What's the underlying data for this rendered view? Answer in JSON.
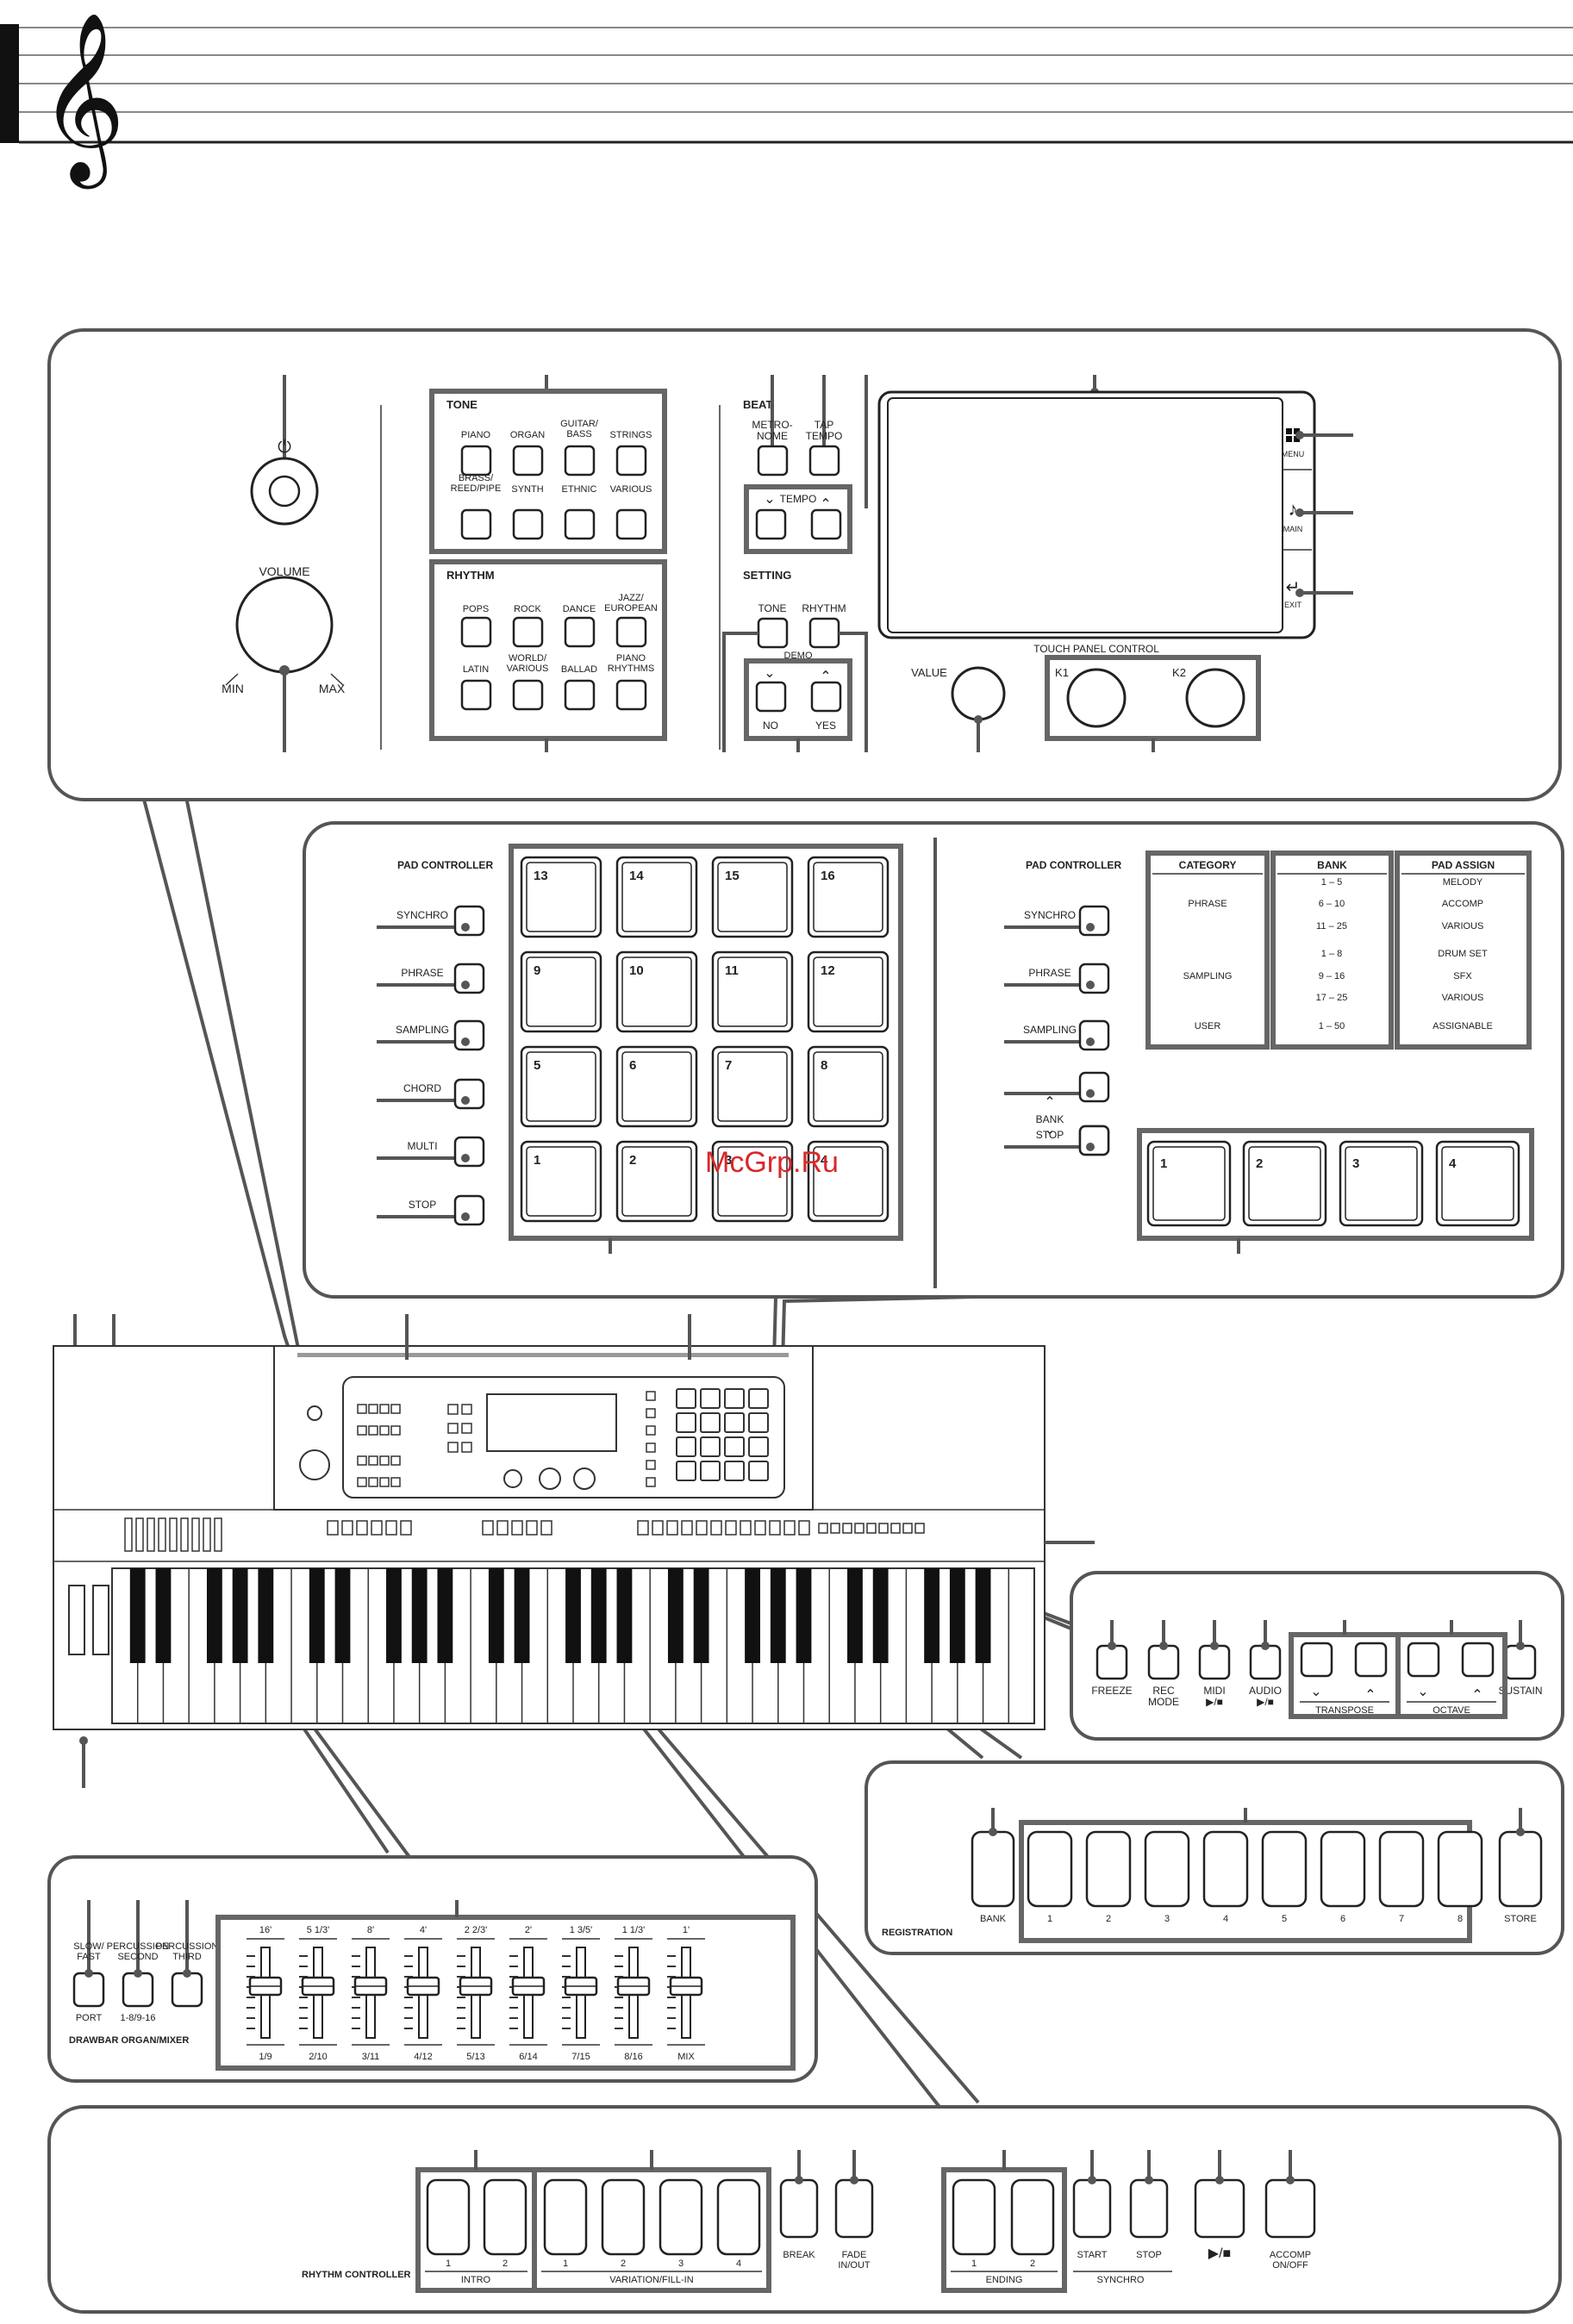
{
  "watermark": "McGrp.Ru",
  "top_panel": {
    "power_label": "⏻",
    "volume_label": "VOLUME",
    "volume_min": "MIN",
    "volume_max": "MAX",
    "tone_title": "TONE",
    "tone_buttons": [
      "PIANO",
      "ORGAN",
      "GUITAR/\nBASS",
      "STRINGS",
      "BRASS/\nREED/PIPE",
      "SYNTH",
      "ETHNIC",
      "VARIOUS"
    ],
    "rhythm_title": "RHYTHM",
    "rhythm_buttons": [
      "POPS",
      "ROCK",
      "DANCE",
      "JAZZ/\nEUROPEAN",
      "LATIN",
      "WORLD/\nVARIOUS",
      "BALLAD",
      "PIANO\nRHYTHMS"
    ],
    "beat_title": "BEAT",
    "metronome_label": "METRO-\nNOME",
    "tap_tempo_label": "TAP\nTEMPO",
    "tempo_label": "TEMPO",
    "setting_title": "SETTING",
    "setting_tone_label": "TONE",
    "setting_rhythm_label": "RHYTHM",
    "demo_label": "DEMO",
    "no_label": "NO",
    "yes_label": "YES",
    "menu_label": "MENU",
    "main_label": "MAIN",
    "exit_label": "EXIT",
    "value_label": "VALUE",
    "touch_panel_label": "TOUCH PANEL CONTROL",
    "k1_label": "K1",
    "k2_label": "K2"
  },
  "pad_panel": {
    "title": "PAD CONTROLLER",
    "left_buttons": [
      "SYNCHRO",
      "PHRASE",
      "SAMPLING",
      "CHORD",
      "MULTI",
      "STOP"
    ],
    "pad_numbers": [
      "13",
      "14",
      "15",
      "16",
      "9",
      "10",
      "11",
      "12",
      "5",
      "6",
      "7",
      "8",
      "1",
      "2",
      "3",
      "4"
    ],
    "right_title": "PAD CONTROLLER",
    "right_buttons": [
      "SYNCHRO",
      "PHRASE",
      "SAMPLING",
      "BANK",
      "STOP"
    ],
    "table_headers": [
      "CATEGORY",
      "BANK",
      "PAD ASSIGN"
    ],
    "table_category": [
      "PHRASE",
      "SAMPLING",
      "USER"
    ],
    "table_bank": [
      "1 – 5",
      "6 – 10",
      "11 – 25",
      "1 – 8",
      "9 – 16",
      "17 – 25",
      "1 – 50"
    ],
    "table_assign": [
      "MELODY",
      "ACCOMP",
      "VARIOUS",
      "DRUM SET",
      "SFX",
      "VARIOUS",
      "ASSIGNABLE"
    ],
    "small_pads": [
      "1",
      "2",
      "3",
      "4"
    ]
  },
  "keyboard_panel": {
    "buttons": [
      "FREEZE",
      "REC\nMODE",
      "MIDI\n▶/■",
      "AUDIO\n▶/■",
      "SUSTAIN"
    ],
    "transpose_label": "TRANSPOSE",
    "octave_label": "OCTAVE"
  },
  "registration": {
    "title": "REGISTRATION",
    "bank_label": "BANK",
    "store_label": "STORE",
    "numbers": [
      "1",
      "2",
      "3",
      "4",
      "5",
      "6",
      "7",
      "8"
    ]
  },
  "drawbar": {
    "title": "DRAWBAR ORGAN/MIXER",
    "buttons": [
      "SLOW/\nFAST",
      "PERCUSSION\nSECOND",
      "PERCUSSION\nTHIRD"
    ],
    "sublabels": [
      "PORT",
      "1-8/9-16",
      ""
    ],
    "top_labels": [
      "16'",
      "5 1/3'",
      "8'",
      "4'",
      "2 2/3'",
      "2'",
      "1 3/5'",
      "1 1/3'",
      "1'"
    ],
    "bottom_labels": [
      "1/9",
      "2/10",
      "3/11",
      "4/12",
      "5/13",
      "6/14",
      "7/15",
      "8/16",
      "MIX"
    ]
  },
  "rhythm_controller": {
    "title": "RHYTHM CONTROLLER",
    "intro_numbers": [
      "1",
      "2"
    ],
    "intro_label": "INTRO",
    "variation_numbers": [
      "1",
      "2",
      "3",
      "4"
    ],
    "variation_label": "VARIATION/FILL-IN",
    "break_label": "BREAK",
    "fade_label": "FADE\nIN/OUT",
    "ending_numbers": [
      "1",
      "2"
    ],
    "ending_label": "ENDING",
    "start_label": "START",
    "stop_label": "STOP",
    "synchro_label": "SYNCHRO",
    "play_label": "▶/■",
    "accomp_label": "ACCOMP\nON/OFF"
  }
}
